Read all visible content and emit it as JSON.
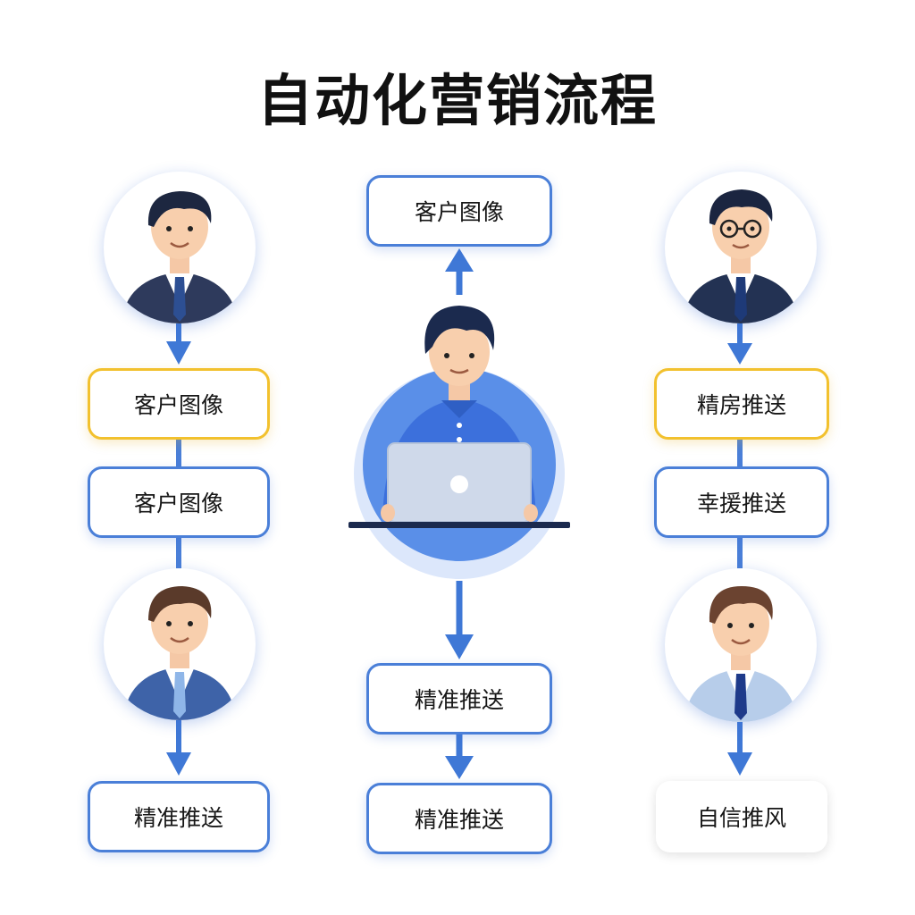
{
  "title": "自动化营销流程",
  "colors": {
    "accent_blue": "#4a7fd8",
    "highlight_yellow": "#f2c12e",
    "arrow_blue": "#3f78d6"
  },
  "left_column": {
    "avatar_top": "businessman-avatar",
    "box_1": "客户图像",
    "box_2": "客户图像",
    "avatar_bottom": "businessman-avatar",
    "box_3": "精准推送"
  },
  "center_column": {
    "box_top": "客户图像",
    "figure": "person-with-laptop",
    "box_middle": "精准推送",
    "box_bottom": "精准推送"
  },
  "right_column": {
    "avatar_top": "businessman-with-glasses-avatar",
    "box_1": "精房推送",
    "box_2": "幸援推送",
    "avatar_bottom": "businessman-avatar",
    "box_3": "自信推风"
  }
}
